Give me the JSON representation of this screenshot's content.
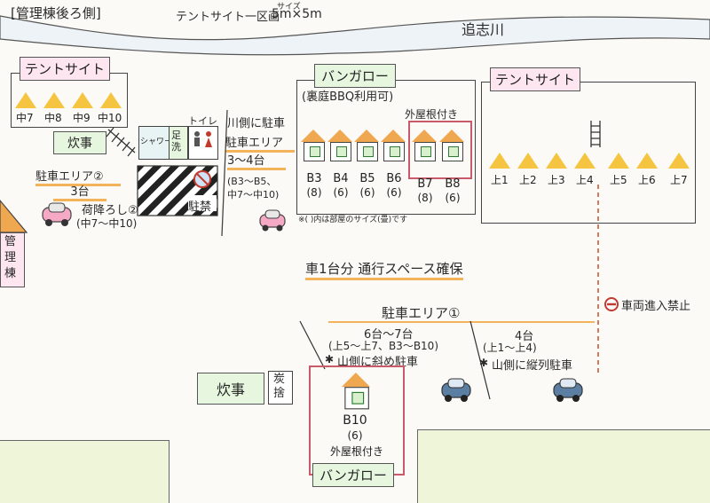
{
  "header": {
    "title": "[管理棟後ろ側]",
    "subtitle": "テントサイト一区画",
    "size_ruby": "サイズ",
    "size": "5m×5m"
  },
  "river": "追志川",
  "left_tent_site": {
    "label": "テントサイト",
    "tents": [
      "中7",
      "中8",
      "中9",
      "中10"
    ],
    "cooking": "炊事",
    "parking2": "駐車エリア②",
    "parking2_count": "3台",
    "unload": "荷降ろし②",
    "unload_range": "(中7～中10)"
  },
  "facilities": {
    "shower": "シャワー",
    "sink": "足洗",
    "toilet": "トイレ",
    "no_parking": "駐禁"
  },
  "river_side_parking": {
    "title": "川側に駐車",
    "area": "駐車エリア",
    "count": "3～4台",
    "range1": "(B3～B5、",
    "range2": "中7～中10)"
  },
  "bungalow_top": {
    "label": "バンガロー",
    "bbq": "(裏庭BBQ利用可)",
    "roof_note": "外屋根付き",
    "units": [
      {
        "id": "B3",
        "size": "(8)"
      },
      {
        "id": "B4",
        "size": "(6)"
      },
      {
        "id": "B5",
        "size": "(6)"
      },
      {
        "id": "B6",
        "size": "(6)"
      },
      {
        "id": "B7",
        "size": "(8)"
      },
      {
        "id": "B8",
        "size": "(6)"
      }
    ],
    "footnote": "※( )内は部屋のサイズ(畳)です"
  },
  "right_tent_site": {
    "label": "テントサイト",
    "tents": [
      "上1",
      "上2",
      "上3",
      "上4",
      "上5",
      "上6",
      "上7"
    ]
  },
  "admin_building": "管理棟",
  "passage": "車1台分 通行スペース確保",
  "no_entry": "車両進入禁止",
  "parking1": {
    "title": "駐車エリア①",
    "left_count": "6台～7台",
    "left_range": "(上5～上7、B3～B10)",
    "left_note": "山側に斜め駐車",
    "right_count": "4台",
    "right_range": "(上1～上4)",
    "right_note": "山側に縦列駐車"
  },
  "bottom": {
    "cooking": "炊事",
    "charcoal": "炭捨",
    "bungalow_id": "B10",
    "bungalow_size": "(6)",
    "roof_note": "外屋根付き",
    "bungalow_label": "バンガロー"
  },
  "colors": {
    "tent": "#f5c542",
    "roof": "#f0a850",
    "green_label": "#e6f6df",
    "pink_label": "#fde6ef",
    "river": "#eef3f7",
    "grass": "#eef5d8"
  }
}
